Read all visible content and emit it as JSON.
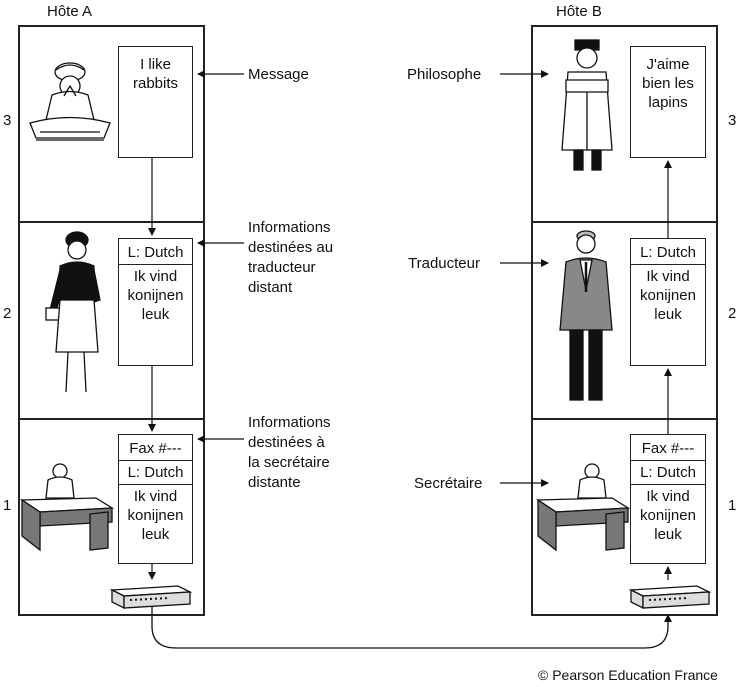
{
  "hosts": {
    "a": {
      "title": "Hôte A"
    },
    "b": {
      "title": "Hôte B"
    }
  },
  "layers": {
    "l3": "3",
    "l2": "2",
    "l1": "1"
  },
  "host_a_docs": {
    "message": [
      "I like",
      "rabbits"
    ],
    "translator": {
      "header": "L: Dutch",
      "body": [
        "Ik vind",
        "konijnen",
        "leuk"
      ]
    },
    "secretary": {
      "fax": "Fax #---",
      "header": "L: Dutch",
      "body": [
        "Ik vind",
        "konijnen",
        "leuk"
      ]
    }
  },
  "host_b_docs": {
    "message": [
      "J'aime",
      "bien les",
      "lapins"
    ],
    "translator": {
      "header": "L: Dutch",
      "body": [
        "Ik vind",
        "konijnen",
        "leuk"
      ]
    },
    "secretary": {
      "fax": "Fax #---",
      "header": "L: Dutch",
      "body": [
        "Ik vind",
        "konijnen",
        "leuk"
      ]
    }
  },
  "annotations": {
    "message": "Message",
    "info_translator": [
      "Informations",
      "destinées au",
      "traducteur",
      "distant"
    ],
    "info_secretary": [
      "Informations",
      "destinées à",
      "la secrétaire",
      "distante"
    ],
    "philosopher": "Philosophe",
    "translator": "Traducteur",
    "secretary": "Secrétaire"
  },
  "credit": "© Pearson Education France",
  "icons": [
    "philosopher-icon",
    "monk-icon",
    "woman-translator-icon",
    "man-translator-icon",
    "secretary-desk-icon",
    "modem-icon"
  ]
}
